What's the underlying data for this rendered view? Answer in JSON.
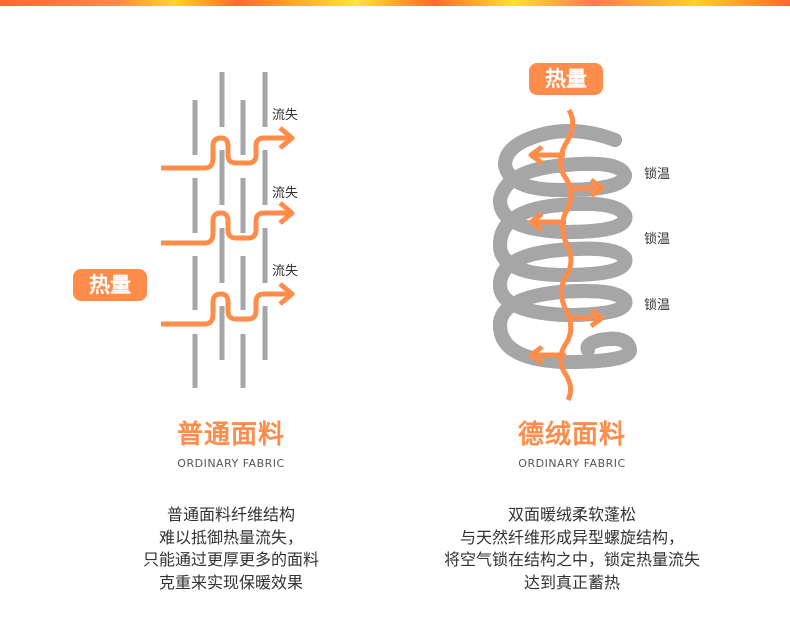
{
  "left": {
    "badge": "热量",
    "loss_labels": [
      "流失",
      "流失",
      "流失"
    ],
    "title": "普通面料",
    "subtitle": "ORDINARY FABRIC",
    "description": [
      "普通面料纤维结构",
      "难以抵御热量流失，",
      "只能通过更厚更多的面料",
      "克重来实现保暖效果"
    ]
  },
  "right": {
    "badge": "热量",
    "lock_labels": [
      "锁温",
      "锁温",
      "锁温"
    ],
    "title": "德绒面料",
    "subtitle": "ORDINARY FABRIC",
    "description": [
      "双面暖绒柔软蓬松",
      "与天然纤维形成异型螺旋结构，",
      "将空气锁在结构之中，锁定热量流失",
      "达到真正蓄热"
    ]
  },
  "colors": {
    "accent": "#ff8c4b",
    "fiber": "#a6a6a6"
  }
}
